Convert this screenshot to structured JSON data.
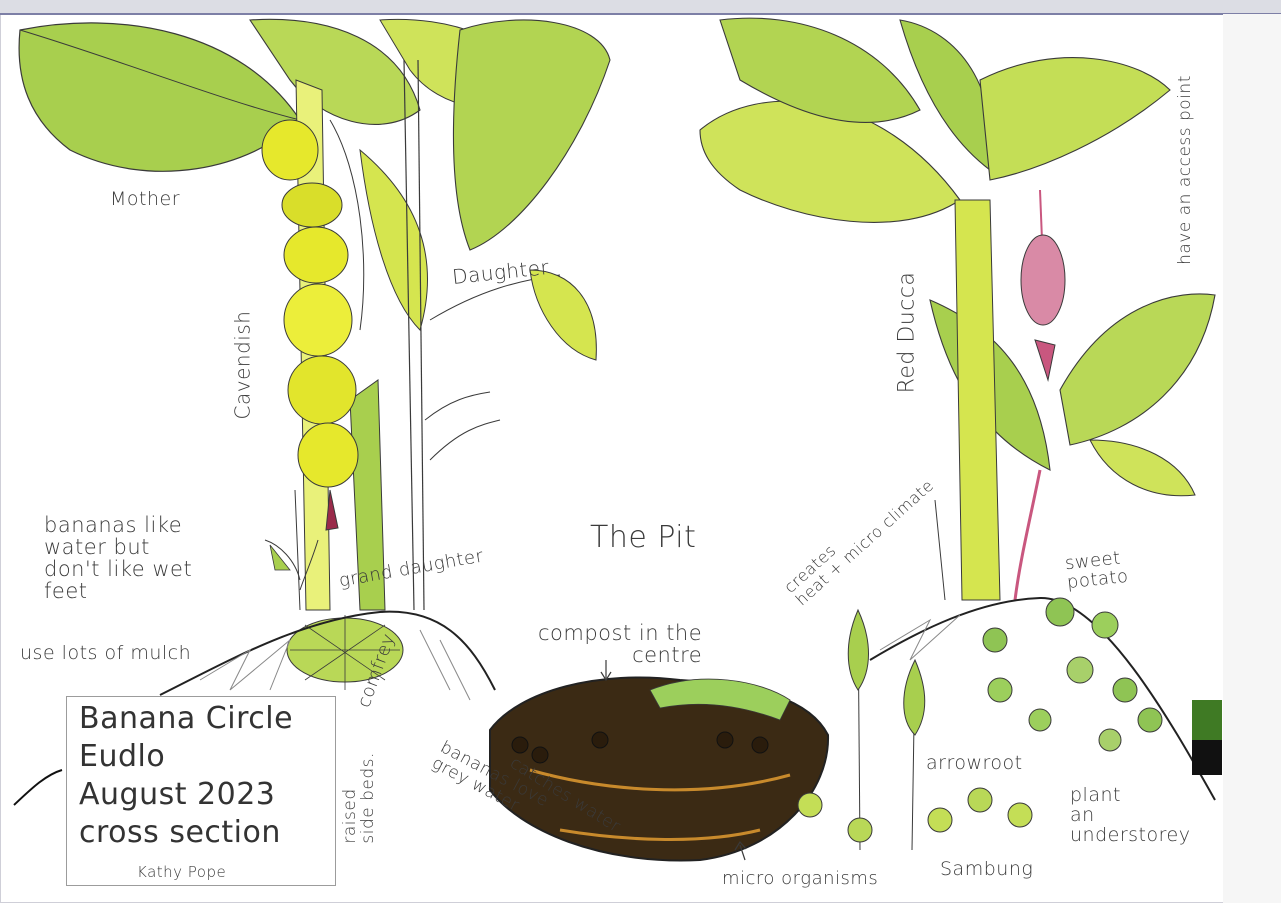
{
  "diagram": {
    "heading": "The Pit",
    "labels": {
      "mother": "Mother",
      "cavendish": "Cavendish",
      "daughter": "Daughter",
      "granddaughter": "grand daughter",
      "red_ducca": "Red Ducca",
      "access_point": "have an access point",
      "bananas_water": "bananas like\nwater but\ndon't like wet\nfeet",
      "mulch": "use lots of mulch",
      "comfrey": "comfrey",
      "raised_beds": "raised\nside beds.",
      "compost": "compost in the\ncentre",
      "catches_water": "catches water",
      "grey_water": "bananas love\ngrey water",
      "microorganisms": "micro organisms",
      "heat": "creates\nheat + micro climate",
      "sweet_potato": "sweet\npotato",
      "arrowroot": "arrowroot",
      "sambung": "Sambung",
      "understorey": "plant\nan\nunderstorey"
    },
    "title_block": {
      "line1": "Banana Circle",
      "line2": "Eudlo",
      "line3": "August 2023",
      "line4": "cross section",
      "author": "Kathy Pope"
    },
    "colors": {
      "leaf": "#a8cf4e",
      "leaf_light": "#d9e64a",
      "banana": "#e6e82c",
      "soil": "#3b2a14",
      "bell": "#c9577f",
      "ink": "#3a3a3a"
    }
  }
}
